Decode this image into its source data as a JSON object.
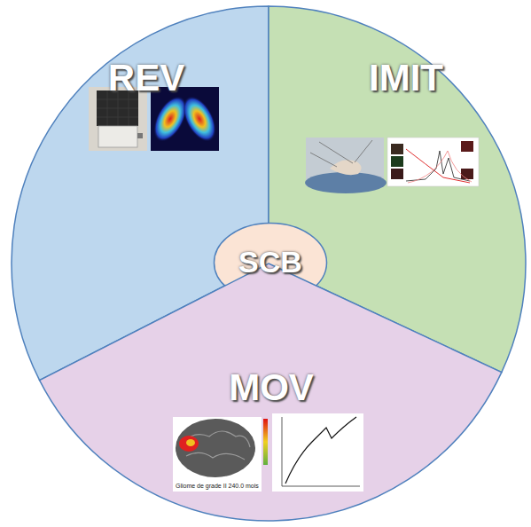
{
  "diagram": {
    "nodes": [
      {
        "text": [
          "REV"
        ]
      },
      {
        "text": [
          "IMIT"
        ]
      },
      {
        "text": [
          "SCB"
        ]
      },
      {
        "text": [
          "MOV"
        ]
      }
    ],
    "labels": [
      "Gliome de grade II 240.0 mois"
    ]
  }
}
